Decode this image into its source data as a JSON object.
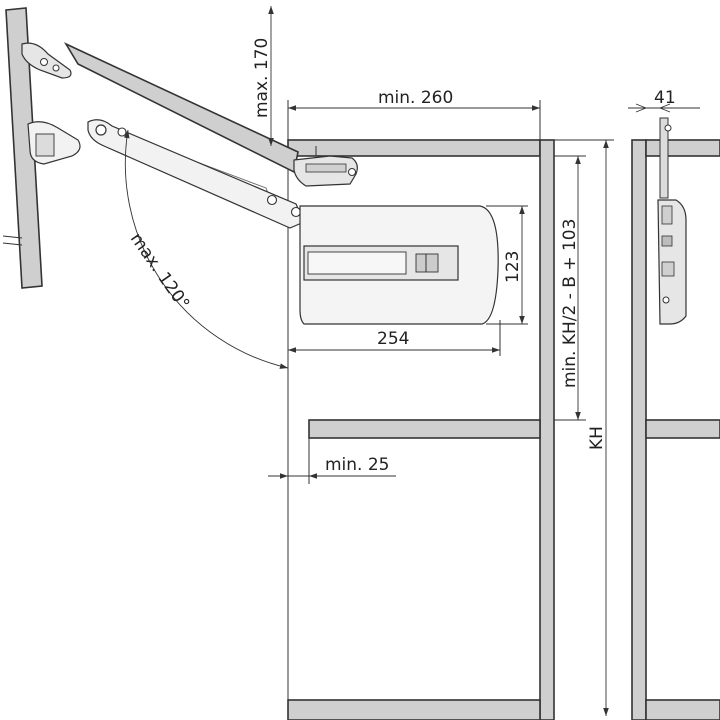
{
  "colors": {
    "background": "#ffffff",
    "panel_fill": "#cfcfcf",
    "line": "#333333",
    "mechanism_fill": "#e6e6e6"
  },
  "dimensions": {
    "max_height": "max. 170",
    "min_width": "min. 260",
    "side_depth": "41",
    "height_123": "123",
    "width_254": "254",
    "min_gap": "min. 25",
    "max_angle": "max. 120°",
    "mount_formula": "min. KH/2 - B + 103",
    "cabinet_height": "KH"
  }
}
